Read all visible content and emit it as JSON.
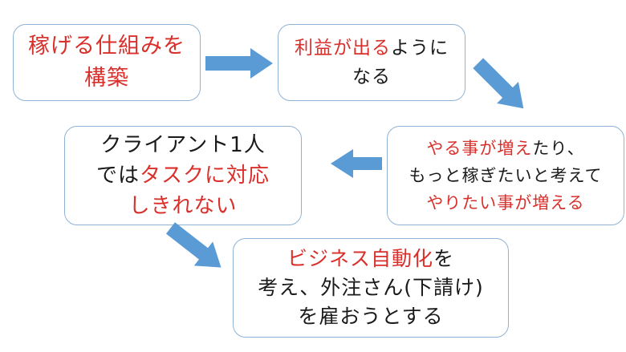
{
  "colors": {
    "accent_text": "#d9302c",
    "text": "#1a1a1a",
    "box_border": "#8fb3d6",
    "arrow": "#5b9bd5"
  },
  "steps": {
    "build_earning_system": {
      "l1": "稼げる仕組みを",
      "l2": "構築"
    },
    "earn_profit": {
      "l1_red": "利益が出る",
      "l1_black": "ように",
      "l2": "なる"
    },
    "more_work": {
      "l1_red": "やる事が増え",
      "l1_black": "たり、",
      "l2": "もっと稼ぎたいと考えて",
      "l3": "やりたい事が増える"
    },
    "one_client_limit": {
      "l1": "クライアント1人",
      "l2_black": "では",
      "l2_red": "タスクに対応",
      "l3": "しきれない"
    },
    "automation": {
      "l1_red": "ビジネス自動化",
      "l1_black": "を",
      "l2": "考え、外注さん(下請け)",
      "l3": "を雇おうとする"
    }
  }
}
